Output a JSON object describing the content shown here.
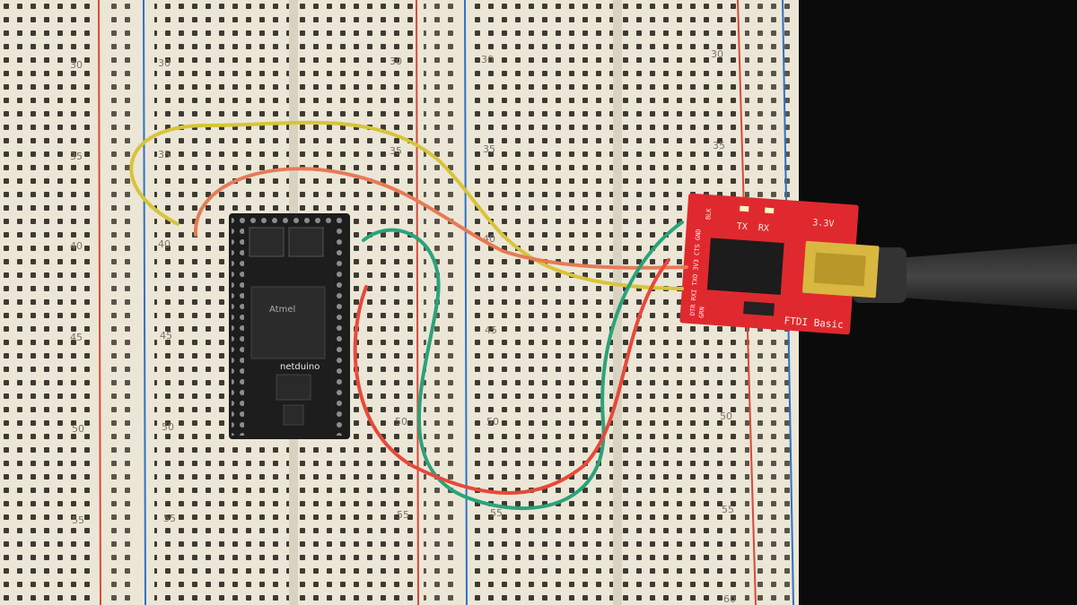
{
  "photo": {
    "colors": {
      "background": "#0b0b0b",
      "breadboard": "#ece6d6",
      "hole": "#3e3a33",
      "rail_red": "#d84a3a",
      "rail_blue": "#2c72c8",
      "wire_yellow": "#d7c43a",
      "wire_orange": "#e77a55",
      "wire_green": "#2aa37a",
      "wire_red": "#e7493b",
      "ftdi_board": "#e0292e",
      "netduino_board": "#1d1d1d",
      "usb_connector": "#d8b840"
    },
    "breadboard_labels": {
      "n30": "30",
      "n35": "35",
      "n40": "40",
      "n45": "45",
      "n50": "50",
      "n55": "55",
      "n60": "60"
    },
    "netduino": {
      "brand": "netduino",
      "chip_brand": "Atmel"
    },
    "ftdi": {
      "title": "FTDI Basic",
      "voltage": "3.3V",
      "led_tx": "TX",
      "led_rx": "RX",
      "pins_top": "DTR RXI TXO 3V3 CTS GND",
      "pins_side": "BLK",
      "pins_side2": "GRN"
    }
  }
}
